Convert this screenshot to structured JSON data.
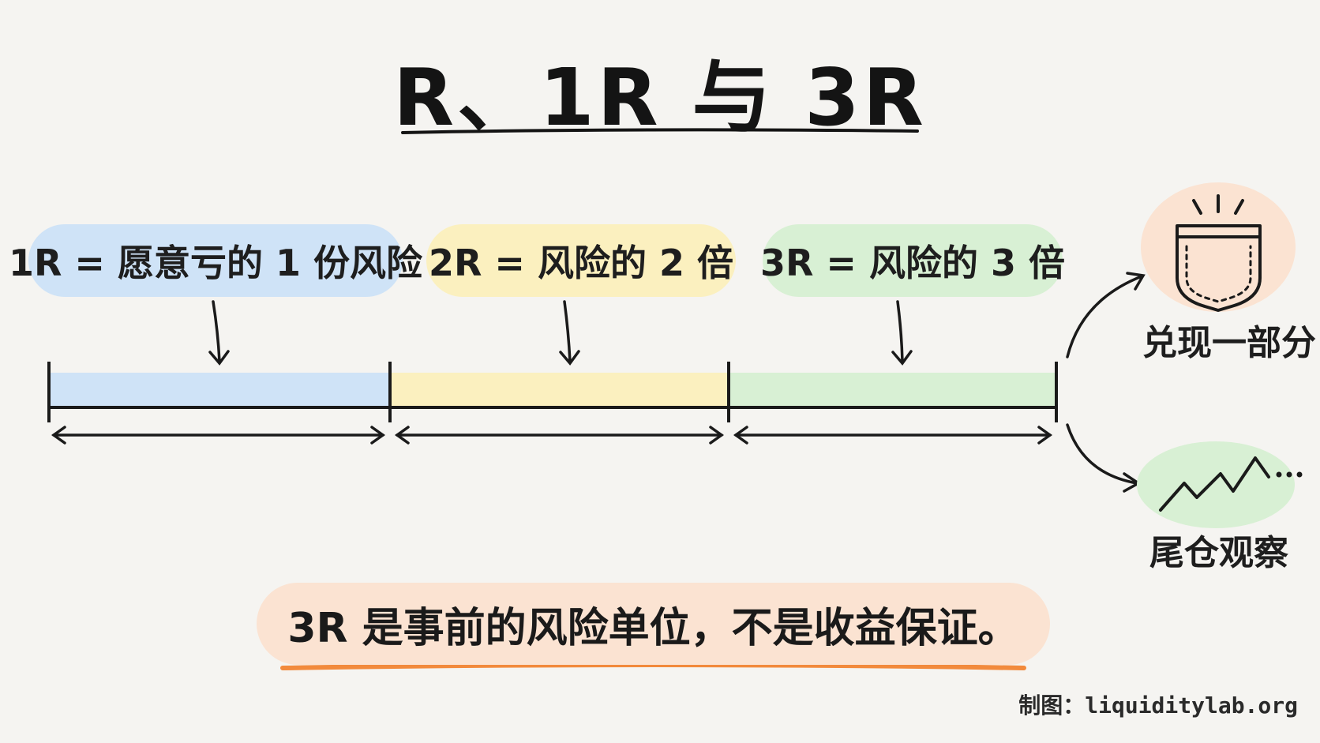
{
  "title": "R、1R 与 3R",
  "segments": [
    {
      "label": "1R = 愿意亏的 1 份风险",
      "color": "#cfe3f7"
    },
    {
      "label": "2R = 风险的 2 倍",
      "color": "#fbf0bf"
    },
    {
      "label": "3R = 风险的 3 倍",
      "color": "#d8f0d4"
    }
  ],
  "outcomes": {
    "take_profit": "兑现一部分",
    "tail_position": "尾仓观察"
  },
  "bottom_note": "3R 是事前的风险单位，不是收益保证。",
  "credit": "制图：liquiditylab.org",
  "colors": {
    "blue": "#cfe3f7",
    "yellow": "#fbf0bf",
    "green": "#d8f0d4",
    "peach": "#fbe3d2",
    "underline_orange": "#f28a3c"
  }
}
